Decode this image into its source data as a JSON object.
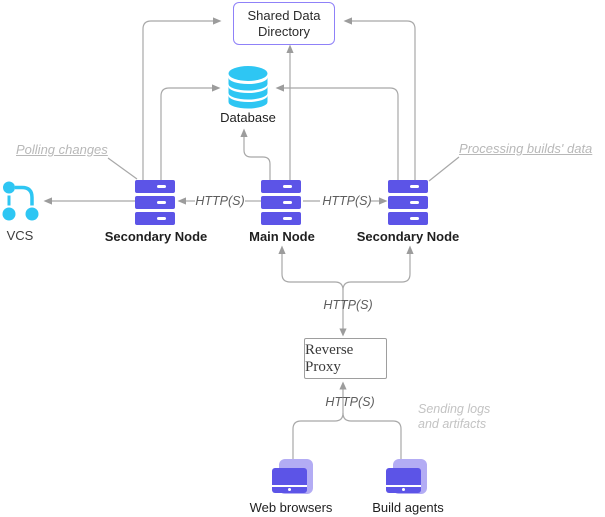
{
  "diagram": {
    "shared_data_directory": {
      "label": "Shared Data Directory"
    },
    "database": {
      "label": "Database"
    },
    "vcs": {
      "label": "VCS"
    },
    "nodes": {
      "secondary_left": "Secondary Node",
      "main": "Main Node",
      "secondary_right": "Secondary Node"
    },
    "reverse_proxy": {
      "label": "Reverse Proxy"
    },
    "clients": {
      "web_browsers": "Web browsers",
      "build_agents": "Build agents"
    },
    "protocol_labels": {
      "left": "HTTP(S)",
      "right": "HTTP(S)",
      "top_proxy": "HTTP(S)",
      "bottom_proxy": "HTTP(S)"
    },
    "annotations": {
      "polling": "Polling changes",
      "processing": "Processing builds' data",
      "sending_line1": "Sending logs",
      "sending_line2": "and artifacts"
    },
    "colors": {
      "node_purple": "#5c54e7",
      "light_purple": "#b3acf4",
      "cyan": "#2ec6f3",
      "directory_border": "#8f81f8",
      "proxy_border": "#9e9e9e",
      "line_gray": "#a8a8a8",
      "arrow_gray": "#9c9c9c",
      "annotation_gray": "#b8b8b8",
      "http_text_gray": "#5d5d5d",
      "label_dark": "#1f1f1f"
    }
  }
}
